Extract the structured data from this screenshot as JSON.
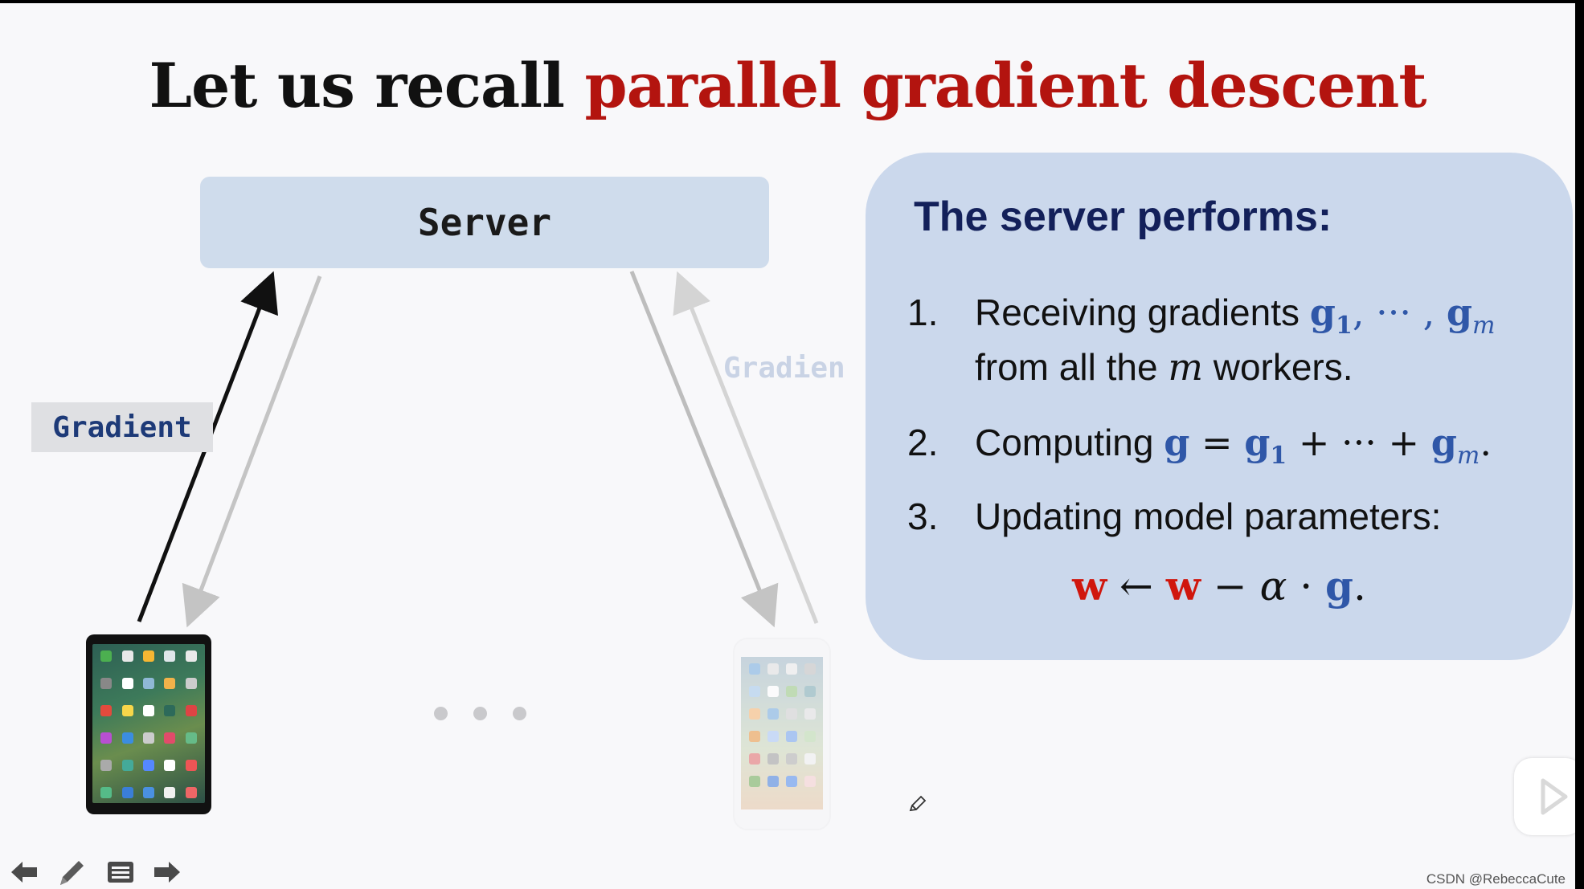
{
  "title": {
    "prefix": "Let us recall ",
    "highlight": "parallel gradient descent"
  },
  "diagram": {
    "server_label": "Server",
    "gradient_label_left": "Gradient",
    "gradient_label_right": "Gradien",
    "dots": "• • •"
  },
  "panel": {
    "heading": "The server performs:",
    "items": [
      {
        "number": "1.",
        "text_a": "Receiving gradients ",
        "text_b": "from all the ",
        "m": "m",
        "text_c": " workers."
      },
      {
        "number": "2.",
        "text_a": "Computing "
      },
      {
        "number": "3.",
        "text_a": "Updating model parameters:"
      }
    ]
  },
  "toolbar": {
    "prev": "previous-slide",
    "pen": "pen",
    "menu": "slide-menu",
    "next": "next-slide"
  },
  "watermark": "CSDN @RebeccaCute",
  "colors": {
    "title_highlight": "#b3140f",
    "server_box": "#cfdcec",
    "panel_bg": "#cbd8ec",
    "math_blue": "#2f57a8",
    "math_red": "#d0160d"
  }
}
